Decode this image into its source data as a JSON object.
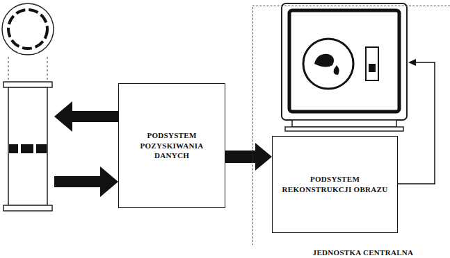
{
  "diagram": {
    "nodes": [
      {
        "text": [
          "PODSYSTEM POZYSKIWANIA DANYCH"
        ]
      },
      {
        "text": [
          "JEDNOSTKA CENTRALNA"
        ]
      },
      {
        "text": [
          "PODSYSTEM REKONSTRUKCJI OBRAZU"
        ],
        "in": 1
      }
    ],
    "edges": [
      {
        "from": 0,
        "to": 2,
        "arrow": "to"
      }
    ]
  }
}
